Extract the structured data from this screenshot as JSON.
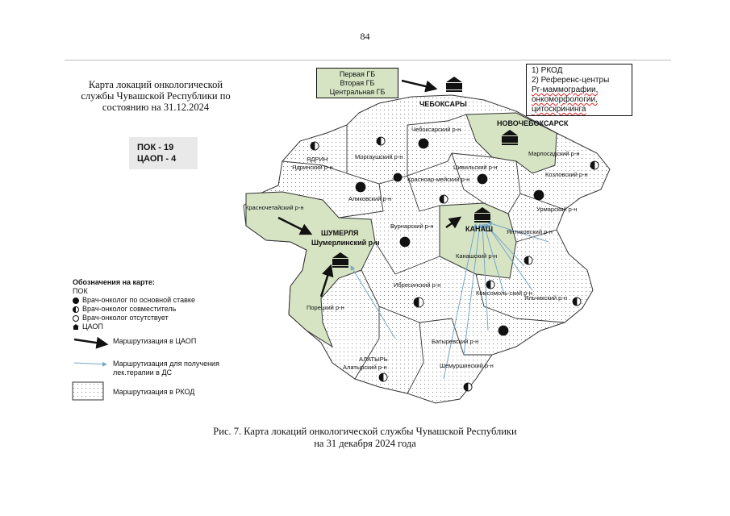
{
  "page_number": "84",
  "map_title": "Карта локаций онкологической службы Чувашской Республики по состоянию на 31.12.2024",
  "stats": {
    "pok": "ПОК - 19",
    "caop": "ЦАОП - 4"
  },
  "hospitals_box": [
    "Первая ГБ",
    "Вторая ГБ",
    "Центральная ГБ"
  ],
  "rkod_box": {
    "line1": "1) РКОД",
    "line2": "2) Референс-центры",
    "line3": "Рг-маммографии,",
    "line4": "онкоморфологии,",
    "line5": "цитоскрининга"
  },
  "cities": {
    "cheboksary": "ЧЕБОКСАРЫ",
    "novocheboksarsk": "НОВОЧЕБОКСАРСК",
    "kanash": "КАНАШ",
    "shumerlya": "ШУМЕРЛЯ",
    "yadrin": "ЯДРИН",
    "alatyr": "АЛАТЫРЬ"
  },
  "districts": {
    "cheboksarsky": "Чебоксарский р-н",
    "morgaushsky": "Моргаушский р-н",
    "yadrinsky": "Ядринский р-н",
    "marposadsky": "Марпосадский р-н",
    "kozlovsky": "Козловский р-н",
    "tsivilsky": "Цивильский р-н",
    "krasnoarmeysky": "Красноар-мейский р-н",
    "alikovsky": "Аликовский р-н",
    "urmarsky": "Урмарский р-н",
    "krasnochetaysky": "Красночетайский р-н",
    "shumerlinsky": "Шумерлинский р-н",
    "vurnarsky": "Вурнарский р-н",
    "yantikovsky": "Янтиковский р-н",
    "kanashsky": "Канашский р-н",
    "ibresinsky": "Ибресинский р-н",
    "komsomolsky": "Комсомоль-ский р-н",
    "yalchiksky": "Яльчикский р-н",
    "poretsky": "Порецкий р-н",
    "batyrevsky": "Батыревский р-н",
    "alatyrsky": "Алатырский р-н",
    "shemurshinsky": "Шемуршинский р-н"
  },
  "legend": {
    "title": "Обозначения на карте:",
    "pok": "ПОК",
    "full_time": "Врач-онколог по основной ставке",
    "part_time": "Врач-онколог совместитель",
    "absent": "Врач-онколог отсутствует",
    "caop": "ЦАОП"
  },
  "routes": {
    "to_caop": "Маршрутизация в ЦАОП",
    "to_ds": "Маршрутизация для получения лек.терапии в ДС",
    "to_rkod": "Маршрутизация в РКОД"
  },
  "caption": {
    "line1": "Рис. 7. Карта локаций онкологической службы Чувашской Республики",
    "line2": "на 31 декабря 2024 года"
  },
  "colors": {
    "green": "#d6e4c4",
    "dotted": "#efefef",
    "blue": "#7aa7c7"
  }
}
